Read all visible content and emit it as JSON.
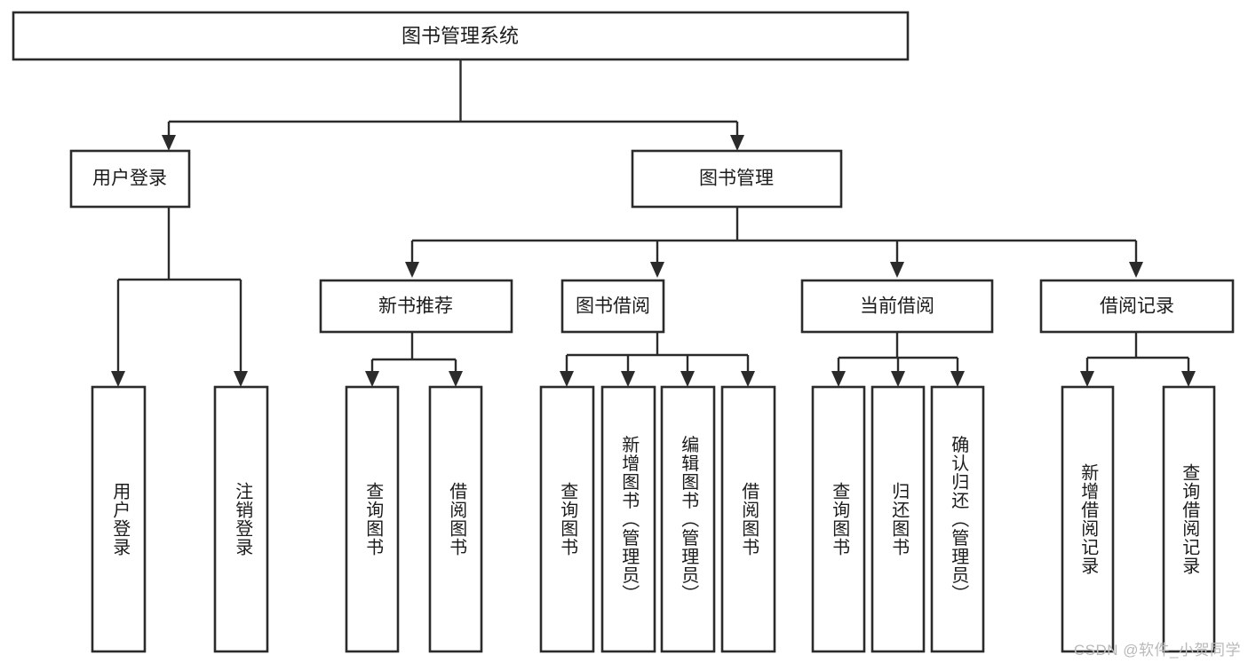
{
  "diagram": {
    "type": "tree-hierarchy",
    "title": "图书管理系统",
    "orientation": "top-down",
    "root": {
      "id": "root",
      "label": "图书管理系统",
      "level": 0
    },
    "levels": [
      {
        "level": 1,
        "nodes": [
          {
            "id": "user-login",
            "label": "用户登录"
          },
          {
            "id": "book-manage",
            "label": "图书管理"
          }
        ]
      },
      {
        "level": 2,
        "nodes": [
          {
            "id": "new-book-rec",
            "label": "新书推荐",
            "parent": "book-manage"
          },
          {
            "id": "book-borrow",
            "label": "图书借阅",
            "parent": "book-manage"
          },
          {
            "id": "current-borrow",
            "label": "当前借阅",
            "parent": "book-manage"
          },
          {
            "id": "borrow-record",
            "label": "借阅记录",
            "parent": "book-manage"
          }
        ]
      },
      {
        "level": 3,
        "nodes": [
          {
            "id": "leaf-user-login",
            "label": "用户登录",
            "parent": "user-login"
          },
          {
            "id": "leaf-logout",
            "label": "注销登录",
            "parent": "user-login"
          },
          {
            "id": "leaf-query-book-1",
            "label": "查询图书",
            "parent": "new-book-rec"
          },
          {
            "id": "leaf-borrow-book-1",
            "label": "借阅图书",
            "parent": "new-book-rec"
          },
          {
            "id": "leaf-query-book-2",
            "label": "查询图书",
            "parent": "book-borrow"
          },
          {
            "id": "leaf-add-book",
            "label": "新增图书（管理员）",
            "parent": "book-borrow"
          },
          {
            "id": "leaf-edit-book",
            "label": "编辑图书（管理员）",
            "parent": "book-borrow"
          },
          {
            "id": "leaf-borrow-book-2",
            "label": "借阅图书",
            "parent": "book-borrow"
          },
          {
            "id": "leaf-query-book-3",
            "label": "查询图书",
            "parent": "current-borrow"
          },
          {
            "id": "leaf-return-book",
            "label": "归还图书",
            "parent": "current-borrow"
          },
          {
            "id": "leaf-confirm-return",
            "label": "确认归还（管理员）",
            "parent": "current-borrow"
          },
          {
            "id": "leaf-add-record",
            "label": "新增借阅记录",
            "parent": "borrow-record"
          },
          {
            "id": "leaf-query-record",
            "label": "查询借阅记录",
            "parent": "borrow-record"
          }
        ]
      }
    ]
  },
  "watermark": {
    "text": "CSDN @软件_小贺同学"
  },
  "colors": {
    "box_border": "#2b2b2b",
    "box_fill": "#ffffff",
    "text": "#1c1c1c",
    "edge": "#2b2b2b",
    "watermark": "#b9b9b9",
    "background": "#ffffff"
  }
}
